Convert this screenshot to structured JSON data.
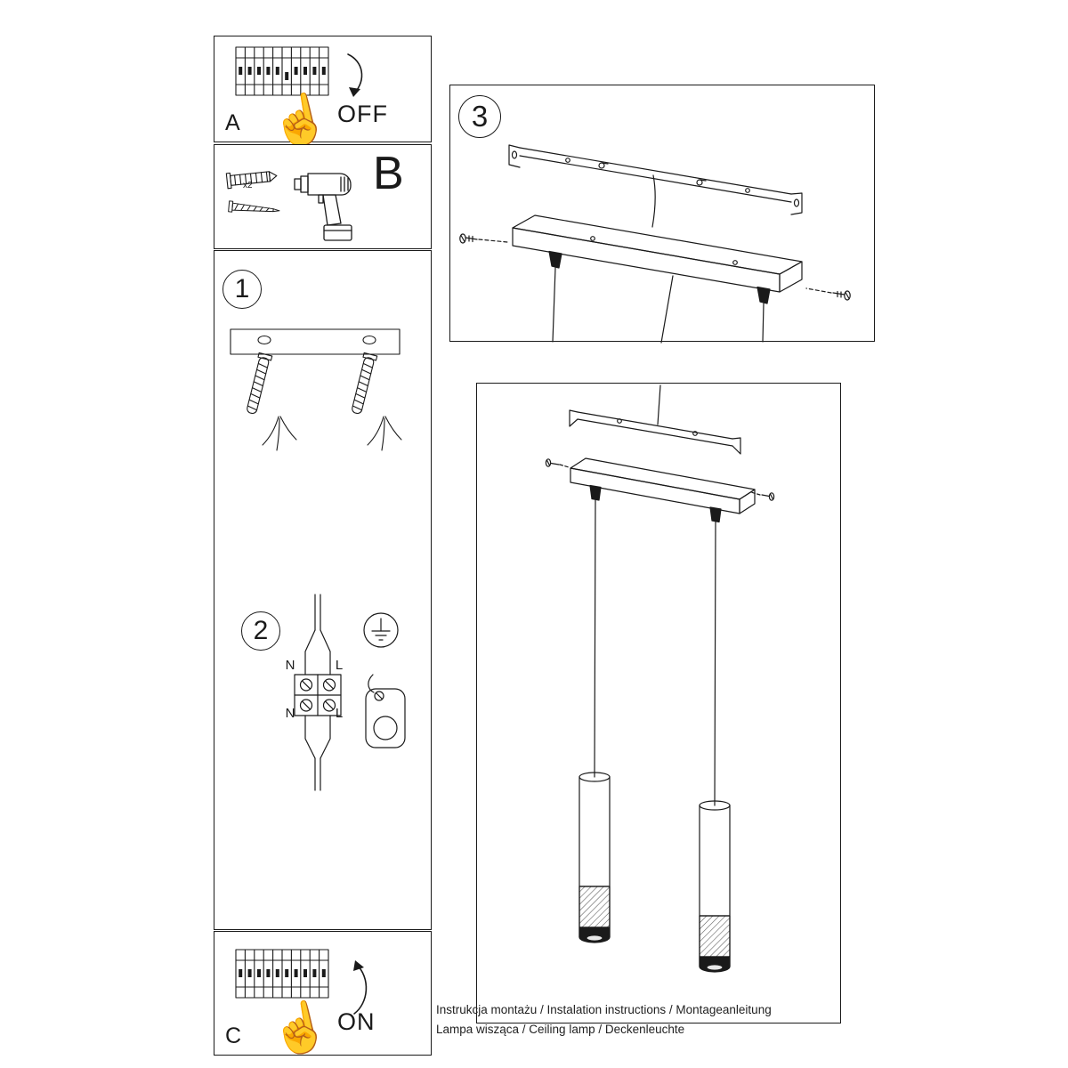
{
  "footer": {
    "line1": "Instrukcja montażu / Instalation instructions / Montageanleitung",
    "line2": "Lampa wisząca / Ceiling lamp / Deckenleuchte"
  },
  "panel_a": {
    "label": "A",
    "switch_state": "OFF"
  },
  "panel_b": {
    "label": "B",
    "anchor_quantity": "x2"
  },
  "panel_c": {
    "label": "C",
    "switch_state": "ON"
  },
  "step_1": {
    "label": "1"
  },
  "step_2": {
    "label": "2",
    "wiring": {
      "n_top": "N",
      "l_top": "L",
      "n_bottom": "N",
      "l_bottom": "L"
    }
  },
  "step_3": {
    "label": "3"
  },
  "colors": {
    "line": "#1a1a1a",
    "paper": "#ffffff"
  }
}
